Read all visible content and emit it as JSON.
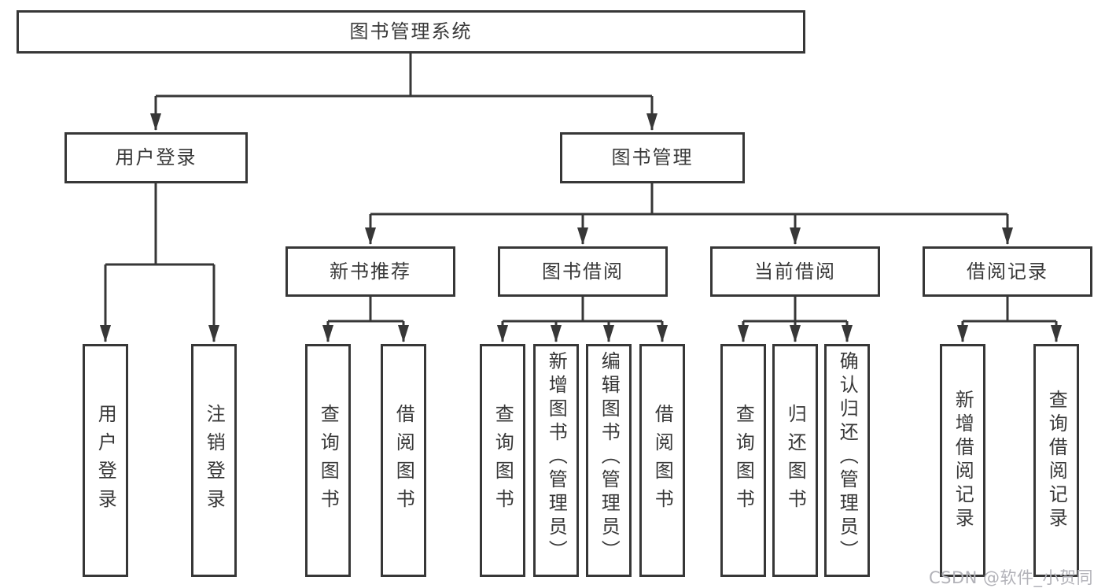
{
  "colors": {
    "line": "#373737",
    "text": "#383838",
    "background": "#ffffff",
    "watermark": "#b2b2b8"
  },
  "tree": {
    "root": "图书管理系统",
    "children": [
      {
        "label": "用户登录",
        "children": [
          {
            "label": "用户登录"
          },
          {
            "label": "注销登录"
          }
        ]
      },
      {
        "label": "图书管理",
        "children": [
          {
            "label": "新书推荐",
            "children": [
              {
                "label": "查询图书"
              },
              {
                "label": "借阅图书"
              }
            ]
          },
          {
            "label": "图书借阅",
            "children": [
              {
                "label": "查询图书"
              },
              {
                "label": "新增图书（管理员）"
              },
              {
                "label": "编辑图书（管理员）"
              },
              {
                "label": "借阅图书"
              }
            ]
          },
          {
            "label": "当前借阅",
            "children": [
              {
                "label": "查询图书"
              },
              {
                "label": "归还图书"
              },
              {
                "label": "确认归还（管理员）"
              }
            ]
          },
          {
            "label": "借阅记录",
            "children": [
              {
                "label": "新增借阅记录"
              },
              {
                "label": "查询借阅记录"
              }
            ]
          }
        ]
      }
    ]
  },
  "watermark": {
    "text": "CSDN @软件_小贺同学"
  }
}
